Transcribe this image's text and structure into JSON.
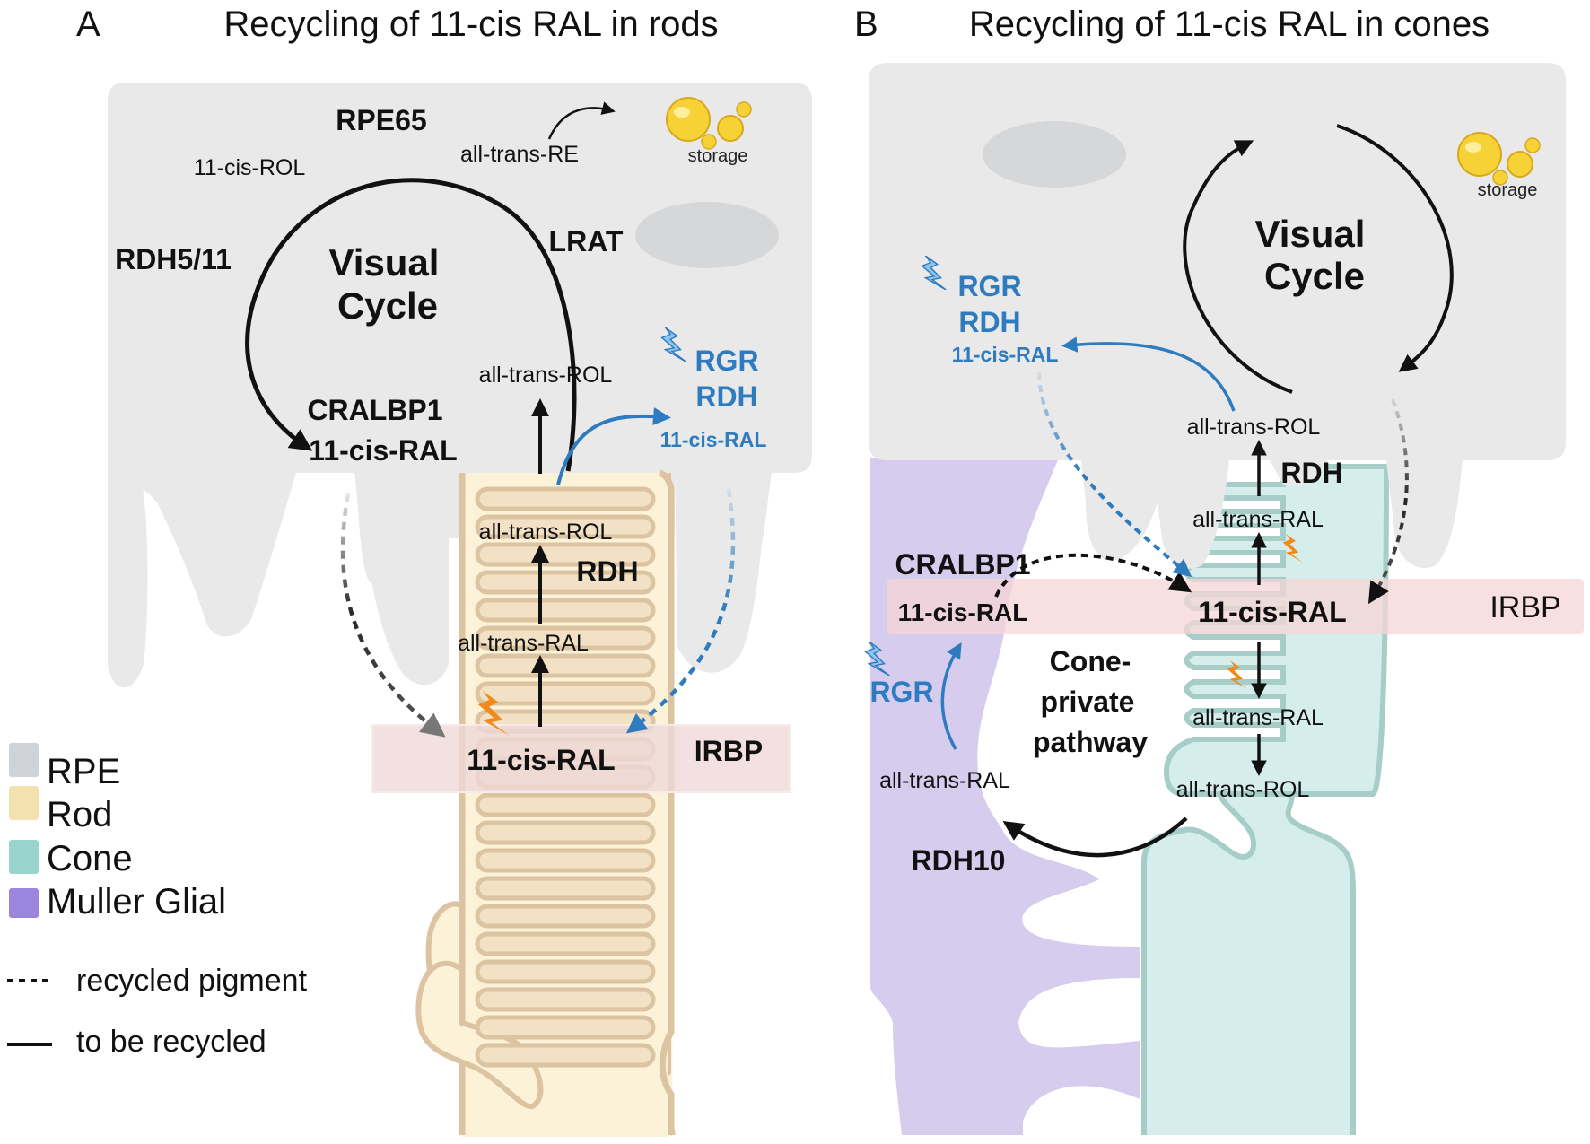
{
  "colors": {
    "rpe": "#e9e9e9",
    "rpe_nucleus": "#d6d7d9",
    "rod_fill": "#fbf2d8",
    "rod_outline": "#dcc3a1",
    "rod_disc": "#f2e1c4",
    "cone_fill": "#d6eeeb",
    "cone_outline": "#a6cdc8",
    "muller": "#d5ccee",
    "irbp": "#f1dcdc",
    "irbp_b": "#f6dada",
    "blue": "#2f7bbf",
    "orange": "#f08a1c",
    "storage": "#f6d236",
    "legend_rpe": "#cfd2d6",
    "legend_rod": "#f3e2b0",
    "legend_cone": "#98d6cd",
    "legend_muller": "#9b86dd"
  },
  "panel_a": {
    "letter": "A",
    "title": "Recycling of 11-cis RAL in rods",
    "rpe65": "RPE65",
    "cis_rol": "11-cis-ROL",
    "all_trans_re": "all-trans-RE",
    "storage": "storage",
    "lrat": "LRAT",
    "rdh511": "RDH5/11",
    "visual": "Visual",
    "cycle": "Cycle",
    "all_trans_rol_rpe": "all-trans-ROL",
    "cralbp1": "CRALBP1",
    "cis_ral_rpe": "11-cis-RAL",
    "rgr": "RGR",
    "rdh_blue": "RDH",
    "cis_ral_blue": "11-cis-RAL",
    "all_trans_rol_rod": "all-trans-ROL",
    "rdh": "RDH",
    "all_trans_ral_rod": "all-trans-RAL",
    "cis_ral_rod": "11-cis-RAL",
    "irbp": "IRBP"
  },
  "panel_b": {
    "letter": "B",
    "title": "Recycling of 11-cis RAL in cones",
    "storage": "storage",
    "visual": "Visual",
    "cycle": "Cycle",
    "rgr_top": "RGR",
    "rdh_top": "RDH",
    "cis_ral_blue": "11-cis-RAL",
    "all_trans_rol_rpe": "all-trans-ROL",
    "rdh": "RDH",
    "all_trans_ral_top": "all-trans-RAL",
    "cralbp1": "CRALBP1",
    "cis_ral_muller": "11-cis-RAL",
    "cis_ral_cone": "11-cis-RAL",
    "irbp": "IRBP",
    "cone_private_1": "Cone-",
    "cone_private_2": "private",
    "cone_private_3": "pathway",
    "rgr_muller": "RGR",
    "all_trans_ral_muller": "all-trans-RAL",
    "all_trans_ral_bottom": "all-trans-RAL",
    "all_trans_rol_bottom": "all-trans-ROL",
    "rdh10": "RDH10"
  },
  "legend": {
    "items": [
      {
        "label": "RPE",
        "swatch": "legend_rpe"
      },
      {
        "label": "Rod",
        "swatch": "legend_rod"
      },
      {
        "label": "Cone",
        "swatch": "legend_cone"
      },
      {
        "label": "Muller Glial",
        "swatch": "legend_muller"
      }
    ],
    "dashed_label": "recycled pigment",
    "solid_label": "to be recycled"
  }
}
